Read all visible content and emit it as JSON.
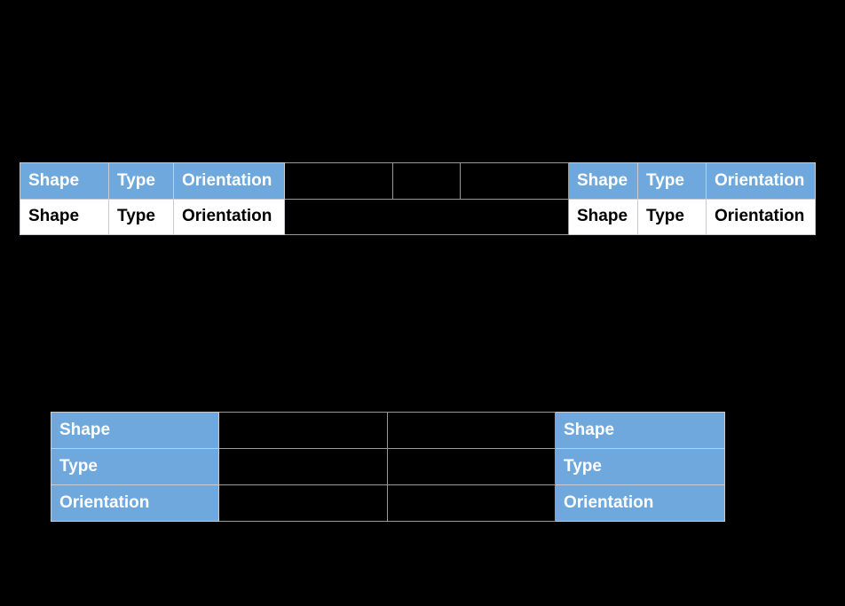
{
  "background_color": "#000000",
  "colors": {
    "header_blue": "#6FA8DC",
    "cell_white": "#FFFFFF",
    "cell_black": "#000000",
    "border_gray": "#9A9A9A",
    "header_text_color": "#FFFFFF",
    "body_text_color": "#000000"
  },
  "table1": {
    "description": "horizontal two-row table, header labels repeated left and right with empty black cells between",
    "header_row": {
      "left_group": [
        "Shape",
        "Type",
        "Orientation"
      ],
      "middle_cells": [
        "",
        "",
        ""
      ],
      "right_group": [
        "Shape",
        "Type",
        "Orientation"
      ]
    },
    "body_row": {
      "left_group": [
        "Shape",
        "Type",
        "Orientation"
      ],
      "middle_cell": "",
      "right_group": [
        "Shape",
        "Type",
        "Orientation"
      ]
    }
  },
  "table2": {
    "description": "three-row table, blue row-label column on left and right with two empty black answer columns between",
    "row_labels_left": [
      "Shape",
      "Type",
      "Orientation"
    ],
    "row_labels_right": [
      "Shape",
      "Type",
      "Orientation"
    ],
    "empty_answer_columns": 2
  }
}
